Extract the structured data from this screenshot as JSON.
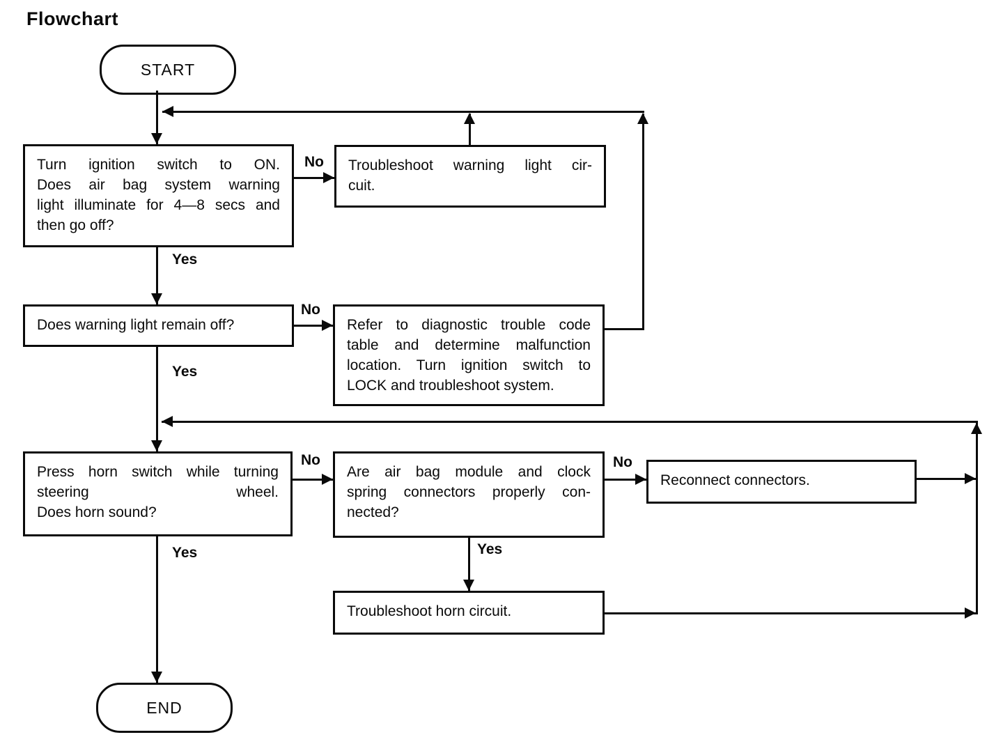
{
  "title": "Flowchart",
  "terminals": {
    "start": "START",
    "end": "END"
  },
  "edge_labels": {
    "yes": "Yes",
    "no": "No"
  },
  "colors": {
    "line": "#0a0a0a",
    "background": "#ffffff"
  },
  "nodes": {
    "turn_ignition": {
      "lines": [
        "Turn ignition switch to ON.",
        "Does air bag system warning",
        "light illuminate for 4—8 secs and",
        "then go off?"
      ]
    },
    "troubleshoot_warning_light": {
      "lines": [
        "Troubleshoot warning light cir-",
        "cuit."
      ]
    },
    "warning_light_remain_off": {
      "lines": [
        "Does warning light remain off?"
      ]
    },
    "refer_dtc_table": {
      "lines": [
        "Refer to diagnostic trouble code",
        "table and determine malfunction",
        "location. Turn ignition switch to",
        "LOCK and troubleshoot system."
      ]
    },
    "press_horn_switch": {
      "lines": [
        "Press horn switch while turning",
        "steering wheel.",
        "Does horn sound?"
      ]
    },
    "airbag_clockspring_connectors": {
      "lines": [
        "Are air bag module and clock",
        "spring connectors properly con-",
        "nected?"
      ]
    },
    "reconnect_connectors": {
      "lines": [
        "Reconnect connectors."
      ]
    },
    "troubleshoot_horn_circuit": {
      "lines": [
        "Troubleshoot horn circuit."
      ]
    }
  }
}
